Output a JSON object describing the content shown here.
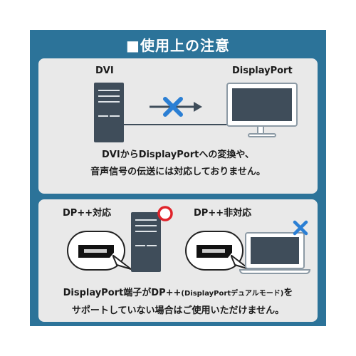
{
  "header": {
    "title": "■使用上の注意"
  },
  "top_panel": {
    "source_label": "DVI",
    "target_label": "DisplayPort",
    "note_line1": "DVIからDisplayPortへの変換や、",
    "note_line2": "音声信号の伝送には対応しておりません。"
  },
  "bottom_panel": {
    "supported_label": "DP++対応",
    "unsupported_label": "DP++非対応",
    "note_line1_main": "DisplayPort端子がDP++",
    "note_line1_small": "(DisplayPortデュアルモード)",
    "note_line1_end": "を",
    "note_line2": "サポートしていない場合はご使用いただけません。"
  },
  "colors": {
    "frame": "#2c7399",
    "panel": "#e9e9e9",
    "device": "#3f4d5a",
    "cross": "#2b7fd4",
    "circle": "#e0242b"
  },
  "icons": {
    "cross": "cross-icon",
    "circle": "ok-circle-icon"
  }
}
